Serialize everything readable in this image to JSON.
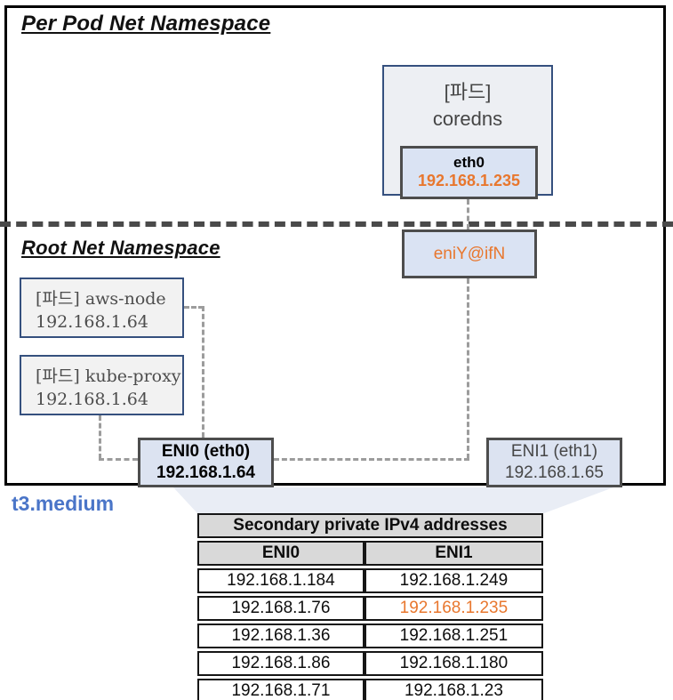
{
  "per_pod_namespace": {
    "title": "Per Pod  Net Namespace"
  },
  "root_namespace": {
    "title": "Root Net Namespace"
  },
  "coredns_pod": {
    "tag": "[파드]",
    "name": "coredns",
    "interface": {
      "name": "eth0",
      "ip": "192.168.1.235"
    }
  },
  "veth": {
    "label": "eniY@ifN"
  },
  "host_pods": [
    {
      "line1": "[파드] aws-node",
      "line2": "192.168.1.64"
    },
    {
      "line1": "[파드] kube-proxy",
      "line2": "192.168.1.64"
    }
  ],
  "eni0": {
    "label": "ENI0 (eth0)",
    "ip": "192.168.1.64"
  },
  "eni1": {
    "label": "ENI1 (eth1)",
    "ip": "192.168.1.65"
  },
  "instance_type": "t3.medium",
  "table": {
    "title": "Secondary private IPv4 addresses",
    "columns": [
      "ENI0",
      "ENI1"
    ],
    "rows": [
      [
        "192.168.1.184",
        "192.168.1.249"
      ],
      [
        "192.168.1.76",
        "192.168.1.235"
      ],
      [
        "192.168.1.36",
        "192.168.1.251"
      ],
      [
        "192.168.1.86",
        "192.168.1.180"
      ],
      [
        "192.168.1.71",
        "192.168.1.23"
      ]
    ],
    "highlighted_ip": "192.168.1.235"
  },
  "colors": {
    "highlight_orange": "#e8772e",
    "instance_blue": "#4a75c8",
    "box_border_navy": "#35507e",
    "box_border_gray": "#4d4d4d",
    "light_blue_fill": "#dae3f3",
    "table_header_gray": "#d9d9d9"
  }
}
